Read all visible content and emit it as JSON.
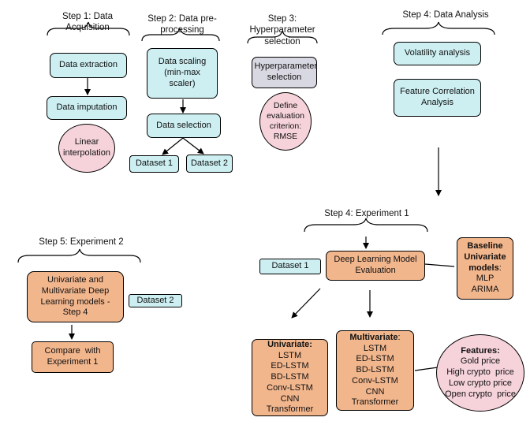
{
  "steps": {
    "step1": "Step 1: Data Acquisition",
    "step2": "Step 2: Data pre-processing",
    "step3": "Step 3: Hyperparameter selection",
    "step4_analysis": "Step 4: Data Analysis",
    "step4_experiment": "Step 4: Experiment 1",
    "step5": "Step 5: Experiment 2"
  },
  "nodes": {
    "data_extraction": "Data extraction",
    "data_imputation": "Data imputation",
    "linear_interpolation": "Linear interpolation",
    "data_scaling": "Data scaling (min-max scaler)",
    "data_selection": "Data selection",
    "dataset1_pre": "Dataset 1",
    "dataset2_pre": "Dataset 2",
    "hyperparameter_selection": "Hyperparameter selection",
    "evaluation_criterion": "Define evaluation criterion: RMSE",
    "volatility_analysis": "Volatility analysis",
    "feature_correlation": "Feature Correlation Analysis",
    "dataset1_exp": "Dataset 1",
    "deep_learning_eval": "Deep Learning Model Evaluation",
    "baseline_title": "Baseline Univariate models",
    "baseline_colon": ":",
    "baseline_models": [
      "MLP",
      "ARIMA"
    ],
    "univariate_title": "Univariate:",
    "univariate_models": [
      "LSTM",
      "ED-LSTM",
      "BD-LSTM",
      "Conv-LSTM",
      "CNN",
      "Transformer"
    ],
    "multivariate_title": "Multivariate",
    "multivariate_colon": ":",
    "multivariate_models": [
      "LSTM",
      "ED-LSTM",
      "BD-LSTM",
      "Conv-LSTM",
      "CNN",
      "Transformer"
    ],
    "features_title": "Features:",
    "features_list": [
      "Gold price",
      "High crypto  price",
      "Low crypto price",
      "Open crypto  price"
    ],
    "exp2_models": "Univariate and Multivariate Deep Learning models - Step 4",
    "dataset2_exp": "Dataset 2",
    "compare": "Compare  with Experiment 1"
  },
  "colors": {
    "cyan": "#cdeff2",
    "orange": "#f2b68d",
    "grey": "#d8d8e2",
    "pink": "#f6d3db"
  }
}
